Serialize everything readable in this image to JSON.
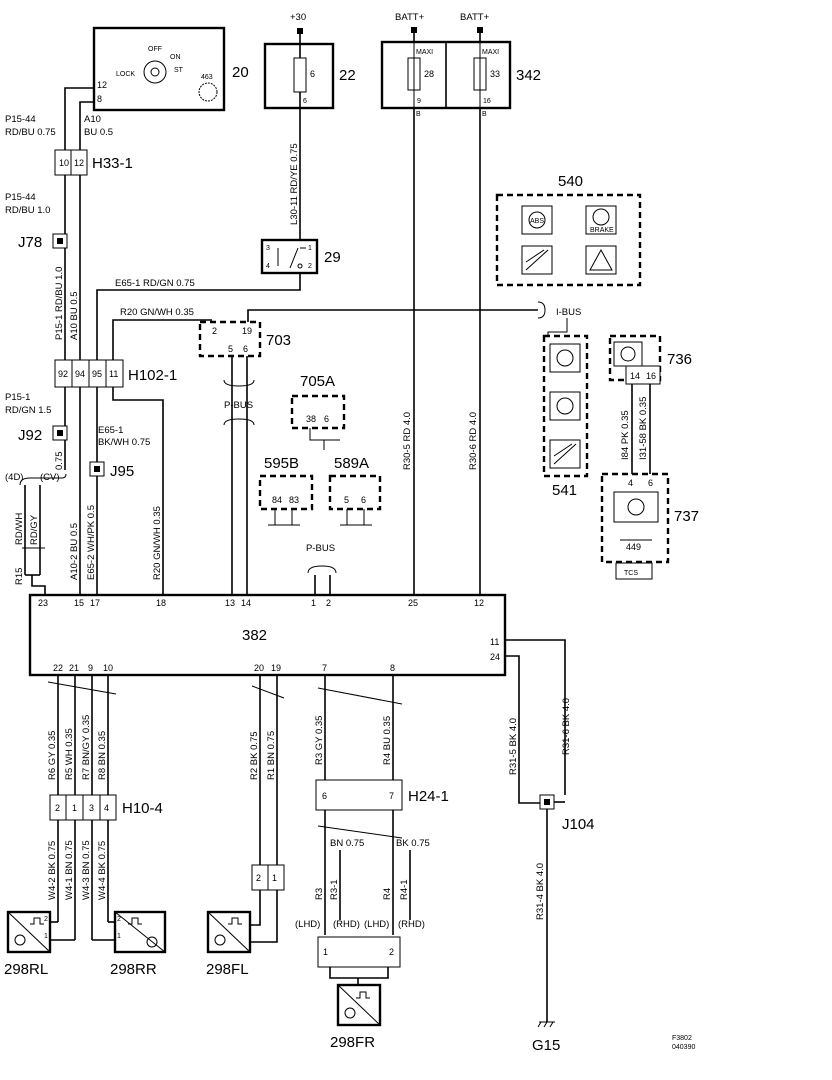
{
  "components": {
    "c20": "20",
    "c22": "22",
    "c342": "342",
    "c29": "29",
    "c540": "540",
    "c703": "703",
    "c736": "736",
    "c705a": "705A",
    "c595b": "595B",
    "c589a": "589A",
    "c541": "541",
    "c737": "737",
    "c382": "382",
    "c104": "J104",
    "g15": "G15",
    "h33": "H33-1",
    "h102": "H102-1",
    "h10": "H10-4",
    "h24": "H24-1",
    "j78": "J78",
    "j92": "J92",
    "j95": "J95",
    "s298rl": "298RL",
    "s298rr": "298RR",
    "s298fl": "298FL",
    "s298fr": "298FR"
  },
  "supply": {
    "p30": "+30",
    "batt1": "BATT+",
    "batt2": "BATT+",
    "maxi1": "MAXI",
    "maxi2": "MAXI",
    "f6": "6",
    "f28": "28",
    "f33": "33",
    "f6b": "6",
    "f9": "9",
    "f16": "16",
    "fb1": "B",
    "fb2": "B"
  },
  "ignition": {
    "off": "OFF",
    "on": "ON",
    "lock": "LOCK",
    "st": "ST",
    "n463": "463",
    "p12": "12",
    "p8": "8"
  },
  "wires": {
    "p1544a": "P15-44",
    "p1544a2": "RD/BU 0.75",
    "a10a": "A10",
    "a10a2": "BU 0.5",
    "p1544b": "P15-44",
    "p1544b2": "RD/BU 1.0",
    "l30": "L30-11 RD/YE 0.75",
    "e651": "E65-1 RD/GN 0.75",
    "r20a": "R20 GN/WH 0.35",
    "p151v": "P15-1 RD/BU 1.0",
    "a10v": "A10 BU 0.5",
    "p151b": "P15-1",
    "p151b2": "RD/GN 1.5",
    "e65b": "E65-1",
    "e65b2": "BK/WH 0.75",
    "d075": "0.75",
    "d4d": "(4D)",
    "dcv": "(CV)",
    "rdwh": "RD/WH",
    "rdgy": "RD/GY",
    "r15": "R15",
    "a102": "A10-2 BU 0.5",
    "e652": "E65-2 WH/PK 0.5",
    "r20b": "R20 GN/WH 0.35",
    "r305": "R30-5 RD 4.0",
    "r306": "R30-6 RD 4.0",
    "i84": "I84 PK 0.35",
    "i31": "I31-58 BK 0.35",
    "r6": "R6 GY 0.35",
    "r5": "R5 WH 0.35",
    "r7": "R7 BN/GY 0.35",
    "r8": "R8 BN 0.35",
    "r2": "R2 BK 0.75",
    "r1": "R1 BN 0.75",
    "r3": "R3 GY 0.35",
    "r4": "R4 BU 0.35",
    "r315": "R31-5 BK 4.0",
    "r316": "R31-6 BK 4.0",
    "r314": "R31-4 BK 4.0",
    "w42": "W4-2 BK 0.75",
    "w41": "W4-1 BN 0.75",
    "w43": "W4-3 BN 0.75",
    "w44": "W4-4 BK 0.75",
    "bn075": "BN 0.75",
    "bk075": "BK 0.75",
    "r3s": "R3",
    "r31s": "R3-1",
    "r4s": "R4",
    "r41s": "R4-1",
    "lhd1": "(LHD)",
    "rhd1": "(RHD)",
    "lhd2": "(LHD)",
    "rhd2": "(RHD)",
    "ibus": "I-BUS",
    "pbus1": "P-BUS",
    "pbus2": "P-BUS"
  },
  "pins": {
    "h33a": "10",
    "h33b": "12",
    "h102a": "92",
    "h102b": "94",
    "h102c": "95",
    "h102d": "11",
    "p703a": "2",
    "p703b": "19",
    "p703c": "5",
    "p703d": "6",
    "p29a": "3",
    "p29b": "1",
    "p29c": "4",
    "p29d": "2",
    "p705a": "38",
    "p705b": "6",
    "p595a": "84",
    "p595b": "83",
    "p589a": "5",
    "p589b": "6",
    "p736a": "14",
    "p736b": "16",
    "p737a": "4",
    "p737b": "6",
    "p449": "449",
    "tcs": "TCS",
    "t23": "23",
    "t15": "15",
    "t17": "17",
    "t18": "18",
    "t13": "13",
    "t14": "14",
    "t1": "1",
    "t2": "2",
    "t25": "25",
    "t12": "12",
    "t11": "11",
    "t24": "24",
    "b22": "22",
    "b21": "21",
    "b9": "9",
    "b10": "10",
    "b20": "20",
    "b19": "19",
    "b7": "7",
    "b8": "8",
    "h10a": "2",
    "h10b": "1",
    "h10c": "3",
    "h10d": "4",
    "h24a": "6",
    "h24b": "7",
    "cfl1": "2",
    "cfl2": "1",
    "cfr1": "1",
    "cfr2": "2",
    "srl1": "2",
    "srl2": "1",
    "srr1": "2",
    "srr2": "1"
  },
  "lamps": {
    "abs1": "ABS",
    "brake": "BRAKE"
  },
  "footer": {
    "ref1": "F3802",
    "ref2": "040390"
  }
}
